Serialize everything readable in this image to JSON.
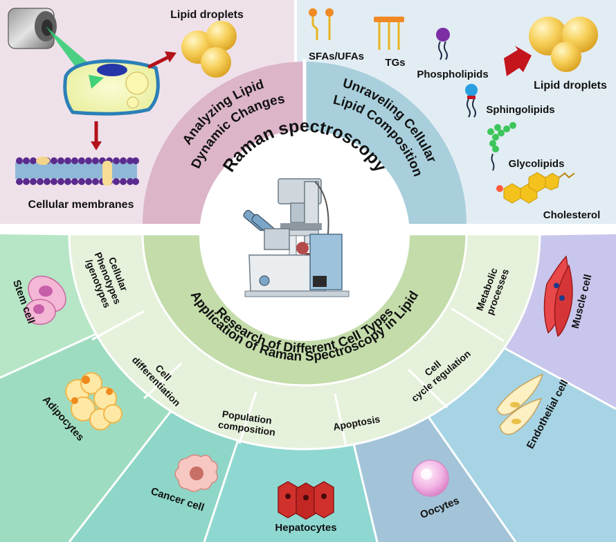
{
  "center": {
    "title": "Raman spectroscopy"
  },
  "top_left": {
    "arc_label_line1": "Analyzing Lipid",
    "arc_label_line2": "Dynamic Changes",
    "lipid_droplets": "Lipid droplets",
    "cellular_membranes": "Cellular membranes",
    "background": "#efe1ea",
    "arc_color": "#dcb5c9"
  },
  "top_right": {
    "arc_label_line1": "Unraveling Cellular",
    "arc_label_line2": "Lipid Composition",
    "sfas_ufas": "SFAs/UFAs",
    "tgs": "TGs",
    "phospholipids": "Phospholipids",
    "lipid_droplets": "Lipid droplets",
    "sphingolipids": "Sphingolipids",
    "glycolipids": "Glycolipids",
    "cholesterol": "Cholesterol",
    "background": "#e2edf3",
    "arc_color": "#a9cfdc"
  },
  "bottom": {
    "arc_label_line1": "Application of Raman Spectroscopy in Lipid",
    "arc_label_line2": "Research of Different Cell Types",
    "arc_color": "#c3dcaa",
    "inner_ring_color": "#e6f1dc",
    "segments": [
      {
        "line1": "Cellular",
        "line2": "Phenotypes",
        "line3": "/genotypes"
      },
      {
        "line1": "Cell",
        "line2": "differentiation"
      },
      {
        "line1": "Population",
        "line2": "composition"
      },
      {
        "line1": "Apoptosis"
      },
      {
        "line1": "Cell",
        "line2": "cycle regulation"
      },
      {
        "line1": "Metabolic",
        "line2": "processes"
      }
    ],
    "cell_types": [
      {
        "label": "Stem cell",
        "color": "#b6e6c6"
      },
      {
        "label": "Adipocytes",
        "color": "#9edcc1"
      },
      {
        "label": "Cancer cell",
        "color": "#8ed6c7"
      },
      {
        "label": "Hepatocytes",
        "color": "#8fd8d2"
      },
      {
        "label": "Oocytes",
        "color": "#a3c4d8"
      },
      {
        "label": "Endothelial cell",
        "color": "#a6d4e4"
      },
      {
        "label": "Muscle cell",
        "color": "#c8c6ec"
      }
    ]
  }
}
